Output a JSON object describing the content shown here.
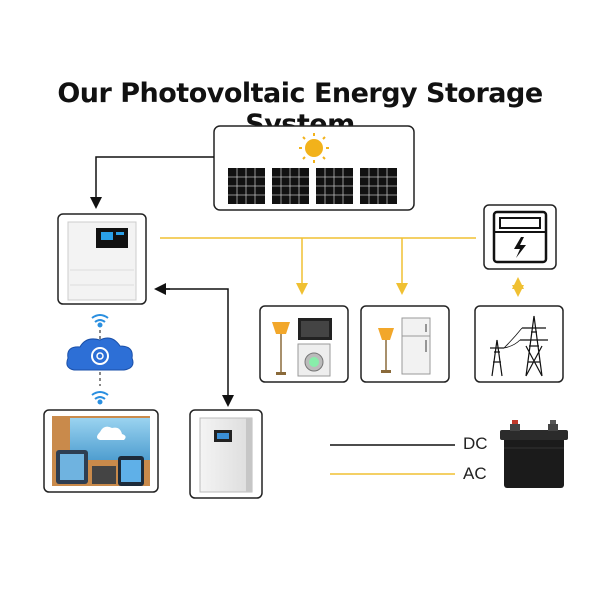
{
  "title": "Our Photovoltaic Energy Storage System",
  "legend": {
    "dc": {
      "label": "DC",
      "color": "#111111"
    },
    "ac": {
      "label": "AC",
      "color": "#f0c032"
    }
  },
  "icons": {
    "sun": "sun-icon",
    "panels": "solar-panel-icon",
    "inverter": "inverter-icon",
    "meter": "electric-meter-icon",
    "cloud": "cloud-icon",
    "wifi": "wifi-icon",
    "devices": "monitoring-devices-icon",
    "battery_wall": "wall-battery-icon",
    "appliances_a": "home-appliances-icon",
    "appliances_b": "home-appliances-icon",
    "grid": "power-grid-tower-icon",
    "battery": "car-battery-icon"
  }
}
